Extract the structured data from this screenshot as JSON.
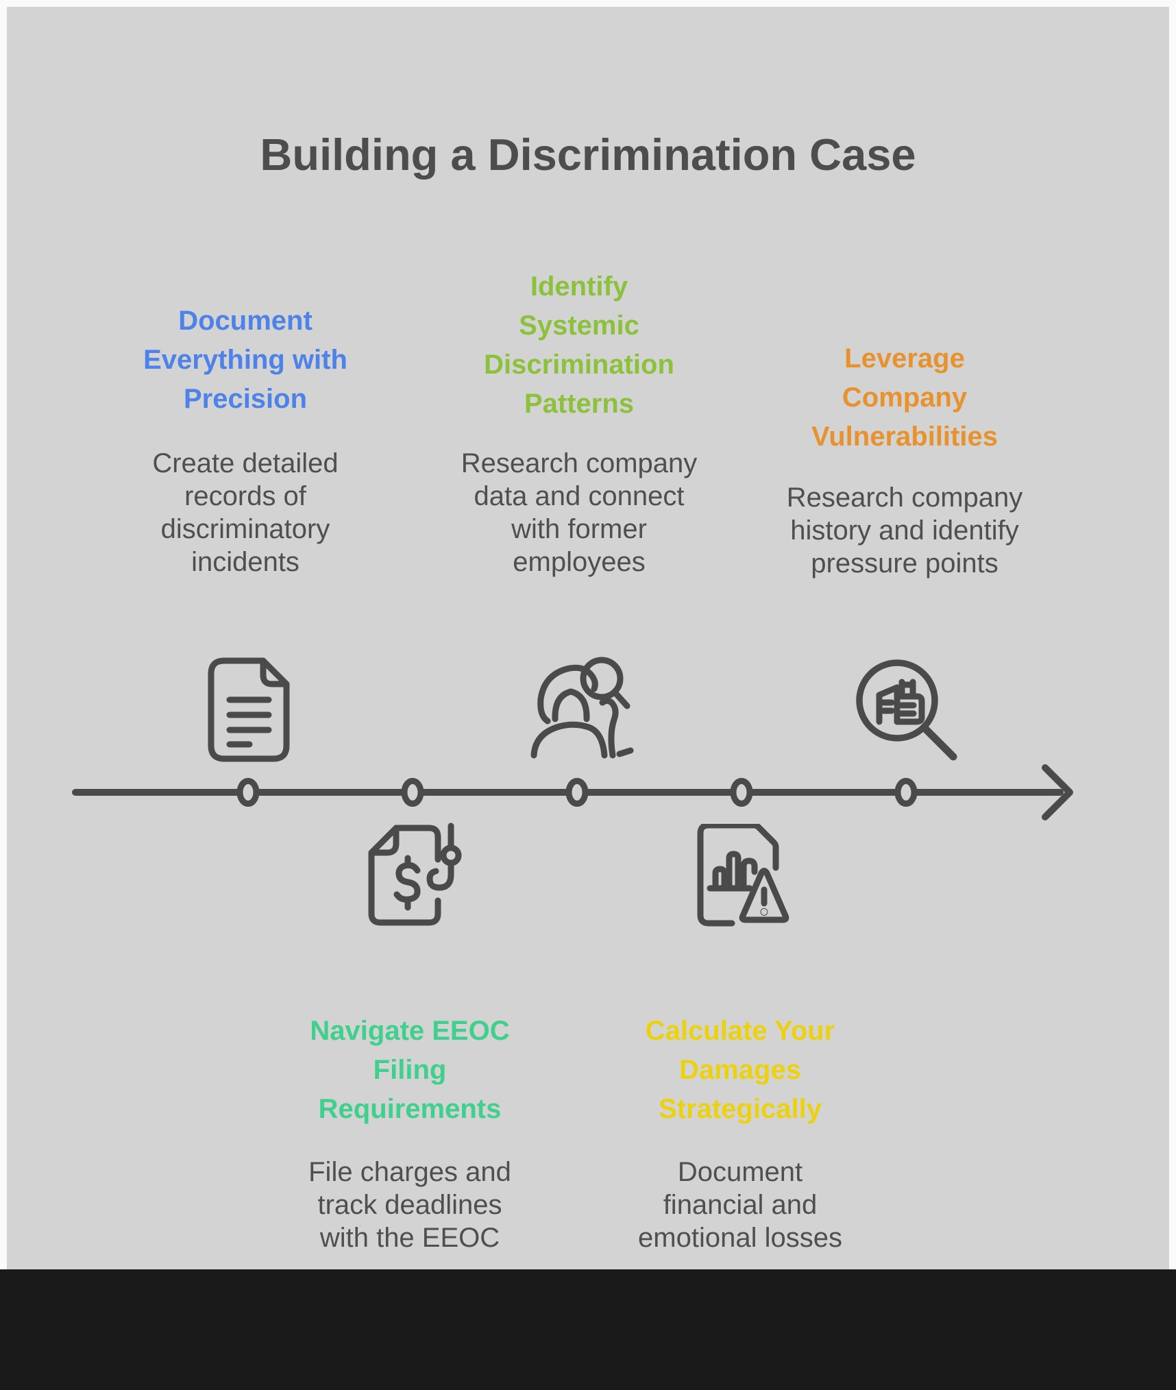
{
  "title": "Building a Discrimination Case",
  "colors": {
    "title_text": "#4d4d4d",
    "ink": "#4a4a4a",
    "body_text": "#4f4f4f",
    "panel_background": "#d3d3d3",
    "page_background": "#fafafa",
    "footer_bar": "#1a1a1a",
    "step1_accent": "#4d82e8",
    "step2_accent": "#8cc13c",
    "step3_accent": "#e8922d",
    "step4_accent": "#3ed08c",
    "step5_accent": "#ecd20e"
  },
  "steps": [
    {
      "heading": "Document\nEverything with\nPrecision",
      "body": "Create detailed\nrecords of\ndiscriminatory\nincidents",
      "color": "#4d82e8",
      "icon": "document-icon",
      "position": "above-timeline"
    },
    {
      "heading": "Identify\nSystemic\nDiscrimination\nPatterns",
      "body": "Research company\ndata and connect\nwith former\nemployees",
      "color": "#8cc13c",
      "icon": "person-search-icon",
      "position": "above-timeline"
    },
    {
      "heading": "Leverage\nCompany\nVulnerabilities",
      "body": "Research company\nhistory and identify\npressure points",
      "color": "#e8922d",
      "icon": "building-search-icon",
      "position": "above-timeline"
    },
    {
      "heading": "Navigate EEOC\nFiling\nRequirements",
      "body": "File charges and\ntrack deadlines\nwith the EEOC",
      "color": "#3ed08c",
      "icon": "dollar-document-hook-icon",
      "position": "below-timeline"
    },
    {
      "heading": "Calculate Your\nDamages\nStrategically",
      "body": "Document\nfinancial and\nemotional losses",
      "color": "#ecd20e",
      "icon": "chart-warning-document-icon",
      "position": "below-timeline"
    }
  ],
  "timeline": {
    "node_count": 5,
    "direction": "left-to-right-arrow"
  }
}
